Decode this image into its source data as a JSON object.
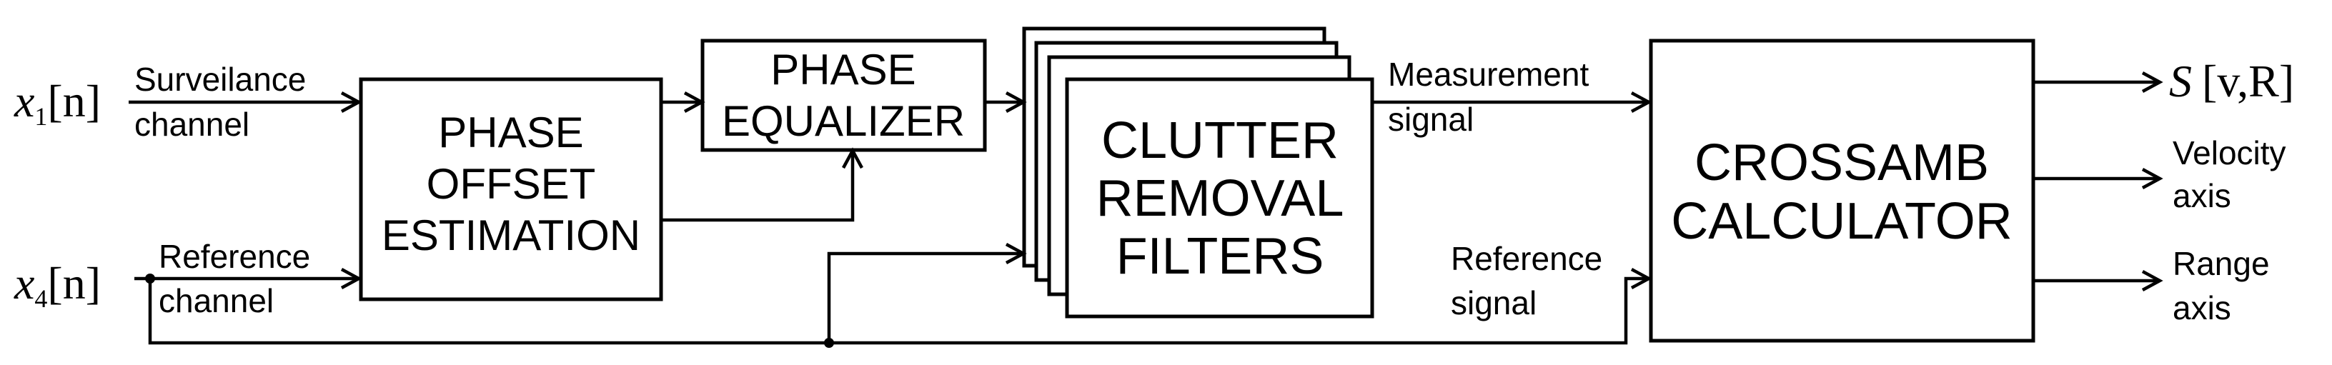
{
  "inputs": {
    "surveillance": {
      "var": "x",
      "sub": "1",
      "idx": "[n]",
      "label_line1": "Surveilance",
      "label_line2": "channel"
    },
    "reference": {
      "var": "x",
      "sub": "4",
      "idx": "[n]",
      "label_line1": "Reference",
      "label_line2": "channel"
    }
  },
  "blocks": {
    "phase_offset": {
      "line1": "PHASE",
      "line2": "OFFSET",
      "line3": "ESTIMATION"
    },
    "phase_equalizer": {
      "line1": "PHASE",
      "line2": "EQUALIZER"
    },
    "clutter_removal": {
      "line1": "CLUTTER",
      "line2": "REMOVAL",
      "line3": "FILTERS"
    },
    "crossamb": {
      "line1": "CROSSAMB",
      "line2": "CALCULATOR"
    }
  },
  "signals": {
    "measurement": {
      "line1": "Measurement",
      "line2": "signal"
    },
    "reference": {
      "line1": "Reference",
      "line2": "signal"
    }
  },
  "outputs": {
    "s": {
      "var": "S",
      "args": "[v,R]"
    },
    "velocity": {
      "line1": "Velocity",
      "line2": "axis"
    },
    "range": {
      "line1": "Range",
      "line2": "axis"
    }
  }
}
